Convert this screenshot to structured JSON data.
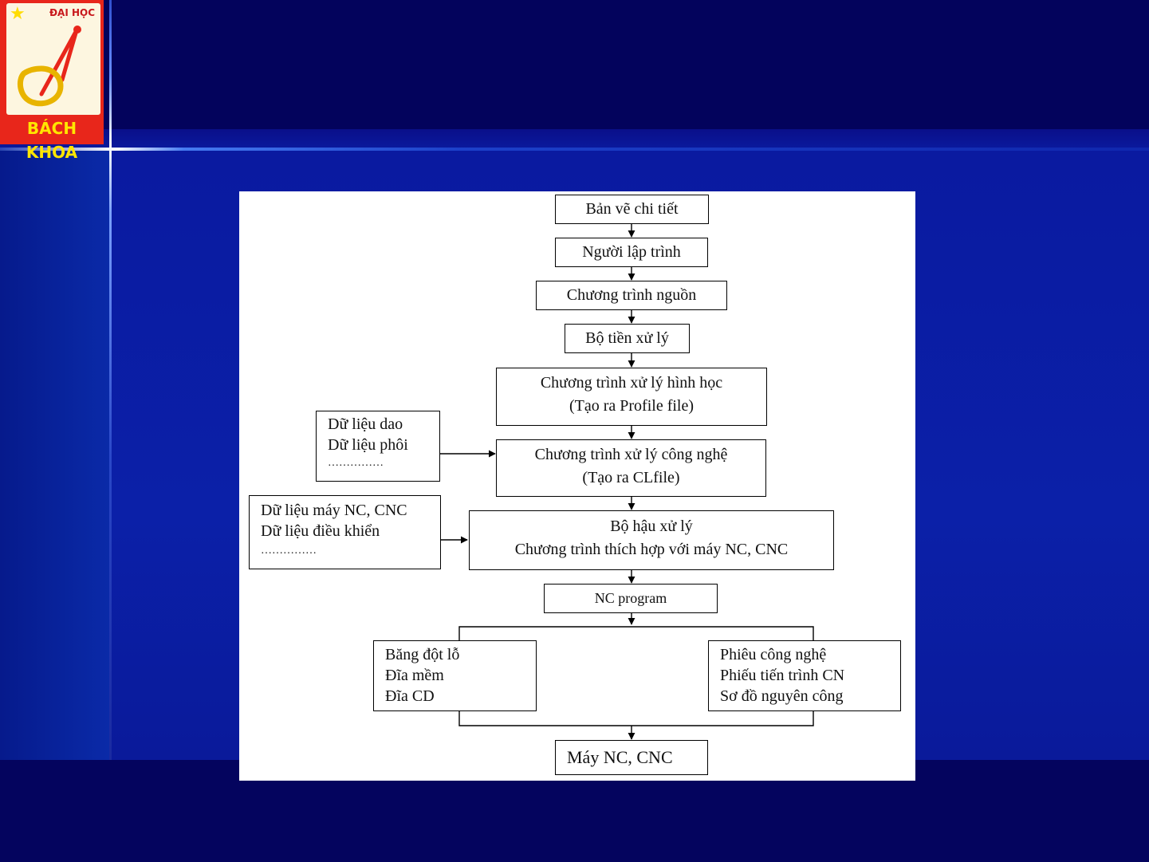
{
  "logo": {
    "top_text": "ĐẠI HỌC",
    "bottom_text": "BÁCH KHOA"
  },
  "colors": {
    "background": "#05056a",
    "accent": "#ffe600",
    "logo_red": "#e8261b",
    "diagram_bg": "#ffffff"
  },
  "diagram": {
    "n1": "Bản vẽ chi tiết",
    "n2": "Người lập trình",
    "n3": "Chương trình nguồn",
    "n4": "Bộ tiền xử lý",
    "n5": {
      "l1": "Chương trình xử lý hình học",
      "l2": "(Tạo ra Profile file)"
    },
    "n6": {
      "l1": "Chương trình xử lý công nghệ",
      "l2": "(Tạo ra CLfile)"
    },
    "n7": {
      "l1": "Bộ hậu xử lý",
      "l2": "Chương trình thích hợp với máy NC, CNC"
    },
    "n8": "NC program",
    "input1": {
      "l1": "Dữ liệu dao",
      "l2": "Dữ liệu phôi",
      "l3": "……………"
    },
    "input2": {
      "l1": "Dữ liệu máy NC, CNC",
      "l2": "Dữ liệu điều khiển",
      "l3": "……………"
    },
    "media": {
      "l1": "Băng đột lỗ",
      "l2": "Đĩa mềm",
      "l3": "Đĩa CD"
    },
    "docs": {
      "l1": "Phiêu công nghệ",
      "l2": "Phiếu tiến trình CN",
      "l3": "Sơ đồ nguyên công"
    },
    "machine": "Máy NC, CNC"
  }
}
